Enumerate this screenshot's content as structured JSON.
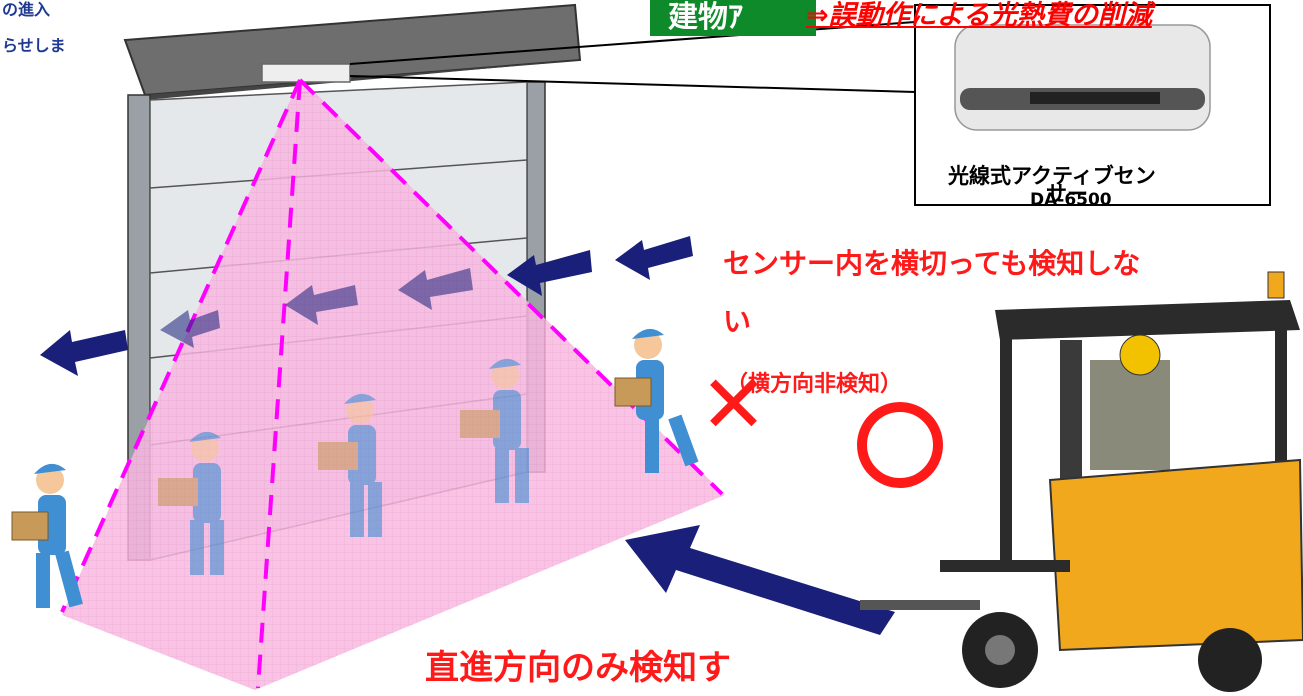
{
  "notes": {
    "line1": "の進入",
    "line2": "らせしま"
  },
  "badge": {
    "text": "建物ｱ"
  },
  "banner": {
    "text": "⇒誤動作による光熱費の削減"
  },
  "sensor": {
    "name_line1": "光線式アクティブセン",
    "name_line2": "サー",
    "model": "DA-6500"
  },
  "labels": {
    "crossing_line1": "センサー内を横切っても検知しな",
    "crossing_line2": "い",
    "crossing_line3": "（横方向非検知）",
    "straight": "直進方向のみ検知す"
  },
  "colors": {
    "detection_zone": "#f7b8e0",
    "dashed_lines": "#ff00ff",
    "arrows": "#1a1f7a",
    "emphasis_text": "#ff1a1a",
    "badge_bg": "#0e8a2a",
    "forklift": "#f2a81d",
    "worker_shirt": "#3f8fd2"
  },
  "symbols": {
    "not_detected": "✕",
    "detected": "○"
  }
}
